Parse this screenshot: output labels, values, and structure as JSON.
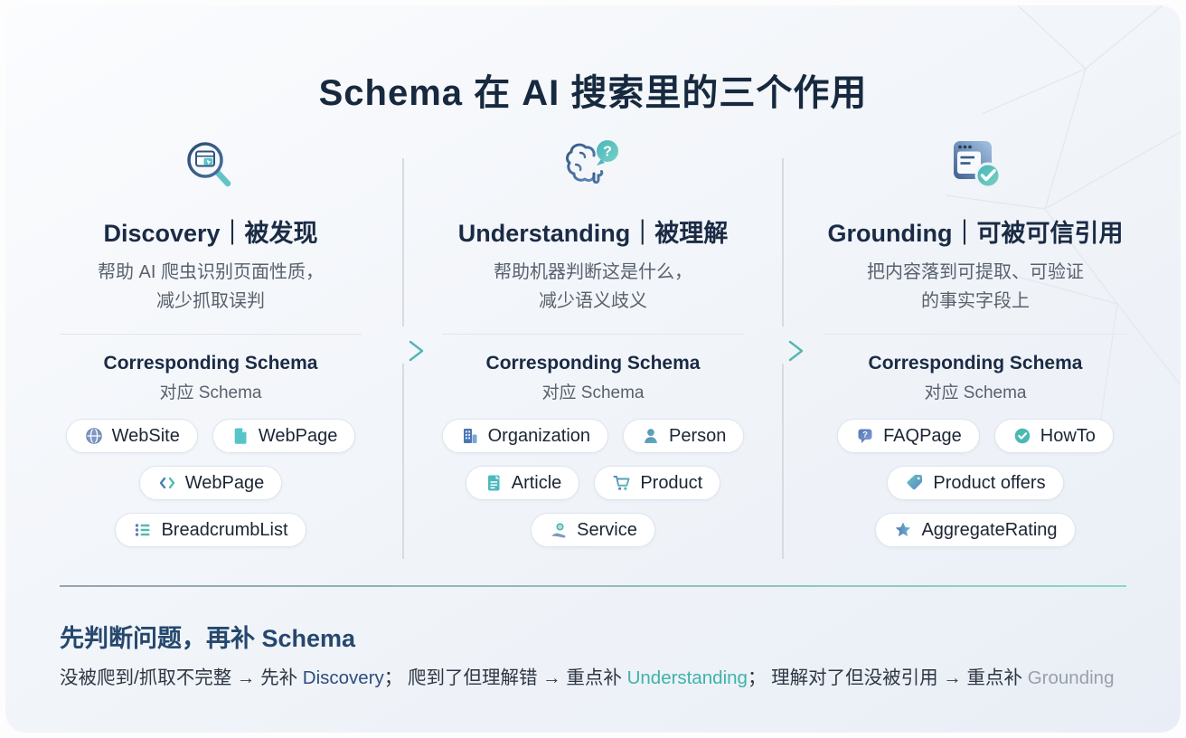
{
  "title": "Schema 在 AI 搜索里的三个作用",
  "colors": {
    "heading_navy": "#1b2b45",
    "muted_text": "#59616d",
    "accent_teal": "#4fbcb6",
    "accent_blue": "#4a7fb5",
    "pill_border": "#e0e5ee",
    "kw_discovery": "#2c4e7e",
    "kw_understanding": "#3eb3a6",
    "kw_grounding": "#98a0aa"
  },
  "columns": [
    {
      "icon": "magnifier-browser-icon",
      "heading": "Discovery｜被发现",
      "desc_line1": "帮助 AI 爬虫识别页面性质，",
      "desc_line2": "减少抓取误判",
      "schema_label_en": "Corresponding Schema",
      "schema_label_zh": "对应 Schema",
      "pill_rows": [
        [
          {
            "icon": "globe-icon",
            "label": "WebSite"
          },
          {
            "icon": "file-icon",
            "label": "WebPage"
          }
        ],
        [
          {
            "icon": "code-icon",
            "label": "WebPage"
          }
        ],
        [
          {
            "icon": "breadcrumb-list-icon",
            "label": "BreadcrumbList"
          }
        ]
      ]
    },
    {
      "icon": "brain-question-icon",
      "heading": "Understanding｜被理解",
      "desc_line1": "帮助机器判断这是什么，",
      "desc_line2": "减少语义歧义",
      "schema_label_en": "Corresponding Schema",
      "schema_label_zh": "对应 Schema",
      "pill_rows": [
        [
          {
            "icon": "building-icon",
            "label": "Organization"
          },
          {
            "icon": "person-icon",
            "label": "Person"
          }
        ],
        [
          {
            "icon": "article-icon",
            "label": "Article"
          },
          {
            "icon": "cart-icon",
            "label": "Product"
          }
        ],
        [
          {
            "icon": "service-hand-icon",
            "label": "Service"
          }
        ]
      ]
    },
    {
      "icon": "document-check-icon",
      "heading": "Grounding｜可被可信引用",
      "desc_line1": "把内容落到可提取、可验证",
      "desc_line2": "的事实字段上",
      "schema_label_en": "Corresponding Schema",
      "schema_label_zh": "对应 Schema",
      "pill_rows": [
        [
          {
            "icon": "faq-bubble-icon",
            "label": "FAQPage"
          },
          {
            "icon": "check-circle-icon",
            "label": "HowTo"
          }
        ],
        [
          {
            "icon": "tag-icon",
            "label": "Product offers"
          }
        ],
        [
          {
            "icon": "star-icon",
            "label": "AggregateRating"
          }
        ]
      ]
    }
  ],
  "footer": {
    "heading": "先判断问题，再补 Schema",
    "seg1": "没被爬到/抓取不完整 → 先补 ",
    "kw1": "Discovery",
    "seg2": "； 爬到了但理解错 → 重点补 ",
    "kw2": "Understanding",
    "seg3": "； 理解对了但没被引用 → 重点补 ",
    "kw3": "Grounding"
  }
}
